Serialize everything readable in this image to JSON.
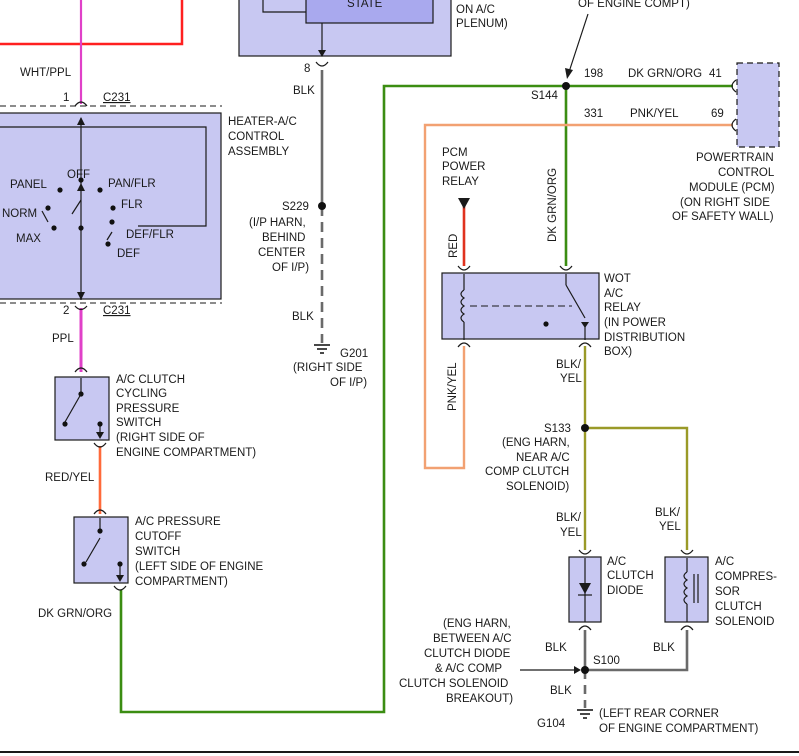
{
  "colors": {
    "wire_grn_org": "#3b8d12",
    "wire_pnk_yel": "#f2a172",
    "wire_red": "#e0321e",
    "wire_ppl": "#e040c8",
    "wire_blk": "#6a6a6a",
    "wire_blk_yel": "#9a9a28",
    "wire_red_yel": "#ff6a3a",
    "box_fill": "#c8c8f2",
    "frame_red": "#ff2020"
  },
  "top": {
    "state": "STATE",
    "plenum": [
      "ON A/C",
      "PLENUM)"
    ],
    "engine_compt": "OF ENGINE COMPT)"
  },
  "wire_labels": {
    "wht_ppl": "WHT/PPL",
    "ppl": "PPL",
    "red_yel": "RED/YEL",
    "dk_grn_org_left": "DK GRN/ORG",
    "blk_1": "BLK",
    "blk_2": "BLK",
    "dk_grn_org_top": "DK GRN/ORG",
    "pnk_yel_top": "PNK/YEL",
    "dk_grn_org_vert": "DK GRN/ORG",
    "red_vert": "RED",
    "pnk_yel_vert": "PNK/YEL",
    "blk_yel_1": [
      "BLK/",
      "YEL"
    ],
    "blk_yel_2": [
      "BLK/",
      "YEL"
    ],
    "blk_yel_3": [
      "BLK/",
      "YEL"
    ],
    "blk_3": "BLK",
    "blk_4": "BLK",
    "blk_5": "BLK"
  },
  "pins": {
    "p1": "1",
    "p2": "2",
    "p8": "8",
    "p198": "198",
    "p331": "331",
    "p41": "41",
    "p69": "69"
  },
  "connectors": {
    "c231_top": "C231",
    "c231_bottom": "C231"
  },
  "splices": {
    "s144": "S144",
    "s229": [
      "S229",
      "(I/P HARN,",
      "BEHIND",
      "CENTER",
      "OF I/P)"
    ],
    "s133": [
      "S133",
      "(ENG HARN,",
      "NEAR A/C",
      "COMP CLUTCH",
      "SOLENOID)"
    ],
    "s100": "S100",
    "s100_note": [
      "(ENG HARN,",
      "BETWEEN A/C",
      "CLUTCH DIODE",
      "& A/C COMP",
      "CLUTCH SOLENOID",
      "BREAKOUT)"
    ]
  },
  "grounds": {
    "g201": [
      "G201",
      "(RIGHT SIDE",
      "OF I/P)"
    ],
    "g104": [
      "G104",
      "(LEFT REAR CORNER",
      "OF ENGINE COMPARTMENT)"
    ]
  },
  "components": {
    "heater": [
      "HEATER-A/C",
      "CONTROL",
      "ASSEMBLY"
    ],
    "selector": {
      "off": "OFF",
      "panel": "PANEL",
      "pan_flr": "PAN/FLR",
      "flr": "FLR",
      "norm": "NORM",
      "max": "MAX",
      "def_flr": "DEF/FLR",
      "def": "DEF"
    },
    "cycling_switch": [
      "A/C CLUTCH",
      "CYCLING",
      "PRESSURE",
      "SWITCH",
      "(RIGHT SIDE OF",
      "ENGINE COMPARTMENT)"
    ],
    "cutoff_switch": [
      "A/C PRESSURE",
      "CUTOFF",
      "SWITCH",
      "(LEFT SIDE OF ENGINE",
      "COMPARTMENT)"
    ],
    "pcm": [
      "POWERTRAIN",
      "CONTROL",
      "MODULE (PCM)",
      "(ON RIGHT SIDE",
      "OF SAFETY WALL)"
    ],
    "pcm_relay": [
      "PCM",
      "POWER",
      "RELAY"
    ],
    "wot_relay": [
      "WOT",
      "A/C",
      "RELAY",
      "(IN POWER",
      "DISTRIBUTION",
      "BOX)"
    ],
    "clutch_diode": [
      "A/C",
      "CLUTCH",
      "DIODE"
    ],
    "solenoid": [
      "A/C",
      "COMPRES-",
      "SOR",
      "CLUTCH",
      "SOLENOID"
    ]
  }
}
